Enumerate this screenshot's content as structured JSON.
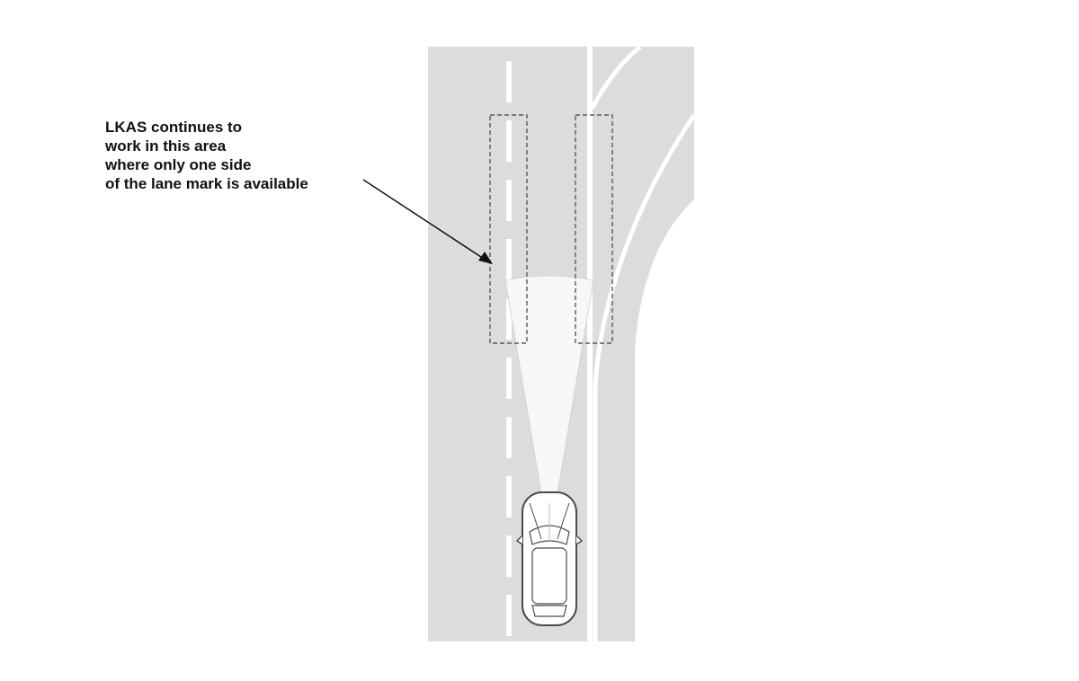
{
  "callout": {
    "lines": [
      "LKAS continues to",
      "work in this area",
      "where only one side",
      "of the lane mark is available"
    ]
  },
  "colors": {
    "road": "#dcdcdc",
    "lane_marking": "#ffffff",
    "detection_zone_border": "#5a5a5a",
    "camera_beam": "#f7f7f7",
    "vehicle_outline": "#4a4a4a",
    "arrow": "#111111",
    "text": "#111111"
  }
}
